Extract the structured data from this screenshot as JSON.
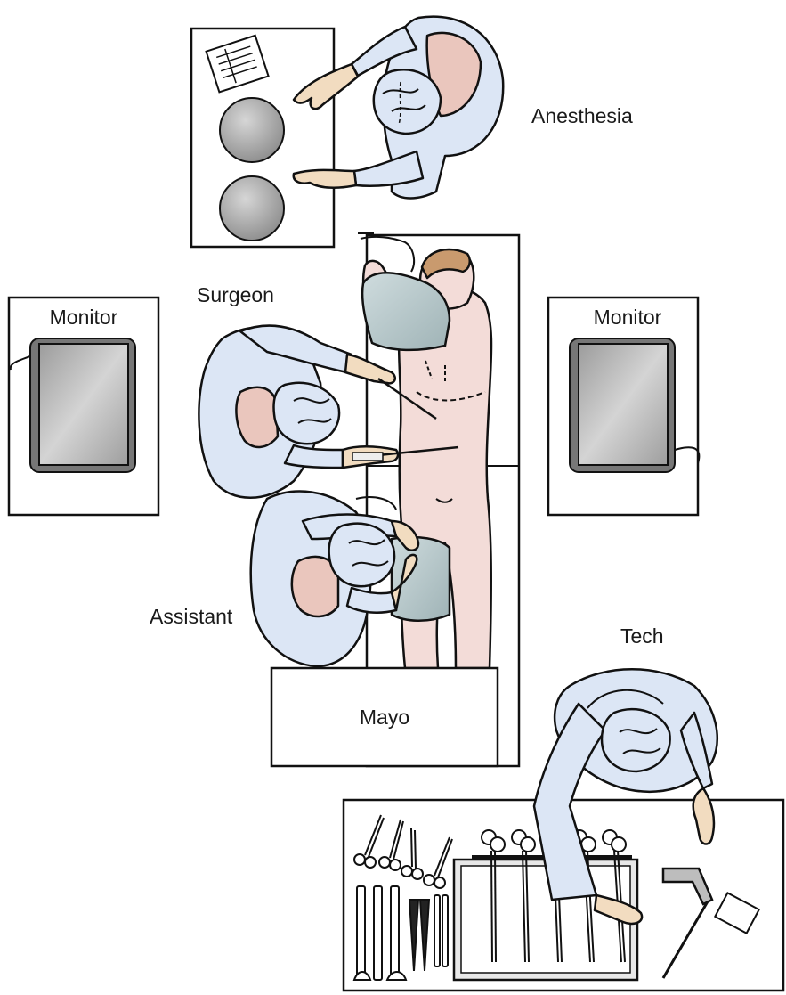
{
  "labels": {
    "anesthesia": "Anesthesia",
    "surgeon": "Surgeon",
    "assistant": "Assistant",
    "tech": "Tech",
    "monitor_left": "Monitor",
    "monitor_right": "Monitor",
    "mayo": "Mayo"
  },
  "colors": {
    "gown": "#dce6f5",
    "skin_patient": "#f3dcd8",
    "glove": "#f2dcc0",
    "hair": "#c99a6e",
    "table_fill": "#ffffff",
    "outline": "#111111"
  }
}
